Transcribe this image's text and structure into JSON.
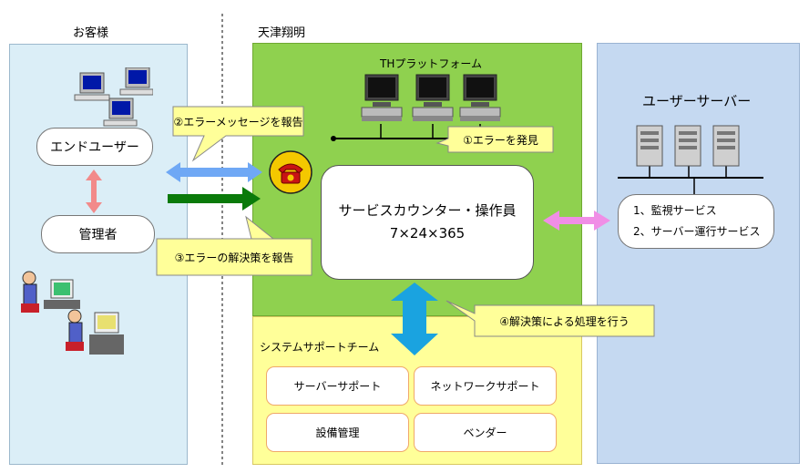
{
  "headers": {
    "customer": "お客様",
    "company": "天津翔明"
  },
  "customer": {
    "end_user": "エンドユーザー",
    "admin": "管理者"
  },
  "platform": {
    "title": "THプラットフォーム"
  },
  "counter": {
    "line1": "サービスカウンター・操作員",
    "line2": "7×24×365"
  },
  "user_server": {
    "title": "ユーザーサーバー",
    "service1": "1、監視サービス",
    "service2": "2、サーバー運行サービス"
  },
  "callouts": {
    "c1": "①エラーを発見",
    "c2": "②エラーメッセージを報告",
    "c3": "③エラーの解決策を報告",
    "c4": "④解決策による処理を行う"
  },
  "support": {
    "title": "システムサポートチーム",
    "items": [
      "サーバーサポート",
      "ネットワークサポート",
      "設備管理",
      "ベンダー"
    ]
  },
  "colors": {
    "customer_panel": "#dbeef7",
    "company_panel": "#8fd14f",
    "server_panel": "#c5d9f1",
    "support_panel": "#ffff99",
    "callout": "#ffff99",
    "arrow_blue": "#6fa8f5",
    "arrow_green": "#0a7a0a",
    "arrow_pink": "#f08ee6",
    "arrow_cyan": "#1aa3e0"
  }
}
